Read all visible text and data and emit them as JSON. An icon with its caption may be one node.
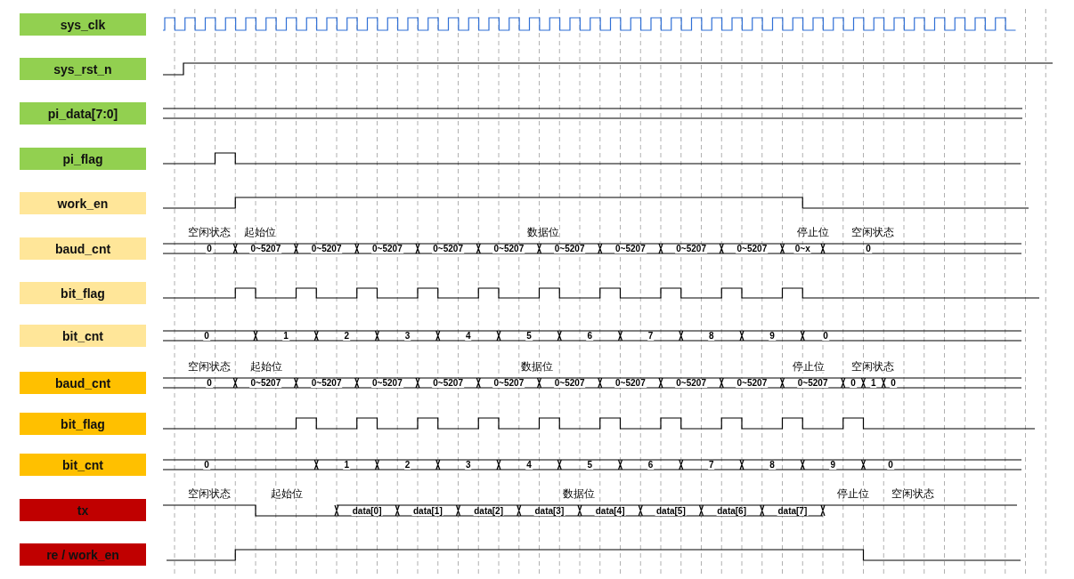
{
  "diagram": {
    "nodes": [
      {
        "text": [
          "sys_clk"
        ]
      },
      {
        "text": [
          "sys_rst_n"
        ]
      },
      {
        "text": [
          "pi_data[7:0]"
        ]
      },
      {
        "text": [
          "pi_flag"
        ]
      },
      {
        "text": [
          "work_en"
        ]
      },
      {
        "text": [
          "baud_cnt"
        ]
      },
      {
        "text": [
          "bit_flag"
        ]
      },
      {
        "text": [
          "bit_cnt"
        ]
      },
      {
        "text": [
          "baud_cnt"
        ]
      },
      {
        "text": [
          "bit_flag"
        ]
      },
      {
        "text": [
          "bit_cnt"
        ]
      },
      {
        "text": [
          "tx"
        ]
      },
      {
        "text": [
          "re / work_en"
        ]
      }
    ],
    "labels": [
      "空闲状态",
      "起始位",
      "数据位",
      "停止位",
      "空闲状态",
      "0",
      "0~5207",
      "0~5207",
      "0~5207",
      "0~5207",
      "0~5207",
      "0~5207",
      "0~5207",
      "0~5207",
      "0~5207",
      "0~x",
      "0",
      "0",
      "1",
      "2",
      "3",
      "4",
      "5",
      "6",
      "7",
      "8",
      "9",
      "0",
      "空闲状态",
      "起始位",
      "数据位",
      "停止位",
      "空闲状态",
      "0",
      "0~5207",
      "0~5207",
      "0~5207",
      "0~5207",
      "0~5207",
      "0~5207",
      "0~5207",
      "0~5207",
      "0~5207",
      "0~5207",
      "0",
      "1",
      "0",
      "0",
      "1",
      "2",
      "3",
      "4",
      "5",
      "6",
      "7",
      "8",
      "9",
      "0",
      "空闲状态",
      "起始位",
      "数据位",
      "停止位",
      "空闲状态",
      "data[0]",
      "data[1]",
      "data[2]",
      "data[3]",
      "data[4]",
      "data[5]",
      "data[6]",
      "data[7]"
    ]
  }
}
